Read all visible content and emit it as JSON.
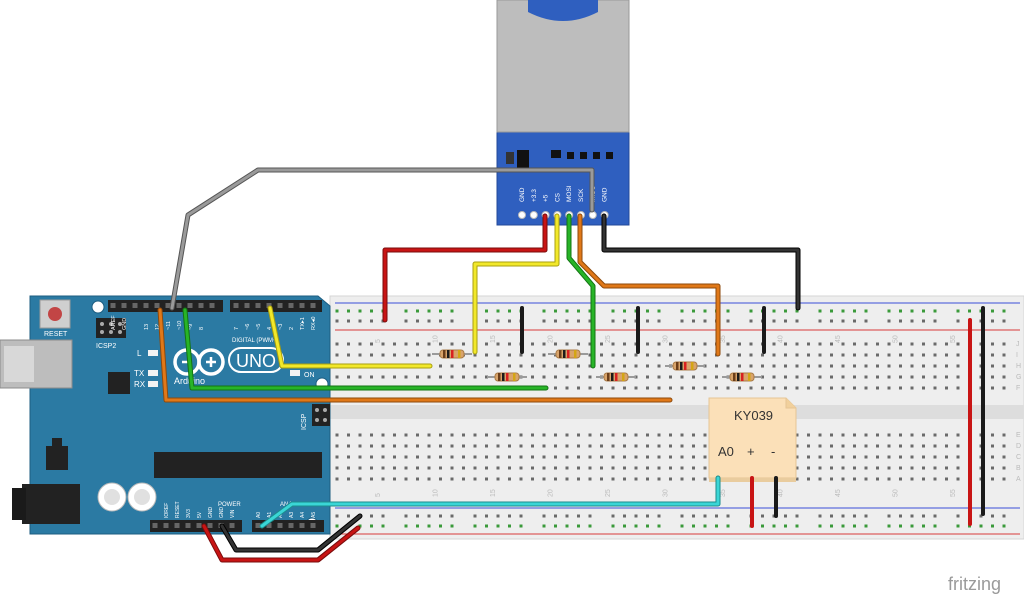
{
  "arduino": {
    "brand": "Arduino",
    "model": "UNO",
    "reset": "RESET",
    "icsp2": "ICSP2",
    "icsp": "ICSP",
    "digital_header": "DIGITAL (PWM~)",
    "power_header": "POWER",
    "analog_header": "ANALOG IN",
    "led_l": "L",
    "led_tx": "TX",
    "led_rx": "RX",
    "on_label": "ON",
    "top_pins": [
      "AREF",
      "GND",
      "13",
      "12",
      "~11",
      "~10",
      "~9",
      "8",
      "7",
      "~6",
      "~5",
      "4",
      "~3",
      "2",
      "TX▸1",
      "RX◂0"
    ],
    "bottom_pins": [
      "IOREF",
      "RESET",
      "3V3",
      "5V",
      "GND",
      "GND",
      "VIN",
      "A0",
      "A1",
      "A2",
      "A3",
      "A4",
      "A5"
    ]
  },
  "sd_module": {
    "pins": [
      "GND",
      "+3.3",
      "+5",
      "CS",
      "MOSI",
      "SCK",
      "MISO",
      "GND"
    ]
  },
  "sensor": {
    "name": "KY039",
    "pin_a0": "A0",
    "pin_plus": "+",
    "pin_minus": "-"
  },
  "breadboard": {
    "column_numbers": [
      "5",
      "10",
      "15",
      "20",
      "25",
      "30",
      "35",
      "40",
      "45",
      "50",
      "55"
    ],
    "row_letters_top": [
      "J",
      "I",
      "H",
      "G",
      "F"
    ],
    "row_letters_bottom": [
      "E",
      "D",
      "C",
      "B",
      "A"
    ]
  },
  "footer": {
    "logo": "fritzing"
  },
  "colors": {
    "board": "#2b7aa3",
    "sd_board": "#2f5fbf",
    "wire_red": "#c81414",
    "wire_black": "#1a1a1a",
    "wire_yellow": "#f2e82a",
    "wire_green": "#27b427",
    "wire_orange": "#e07818",
    "wire_gray": "#808080",
    "wire_cyan": "#3ad6d6",
    "sensor_fill": "#fbe0b8"
  }
}
